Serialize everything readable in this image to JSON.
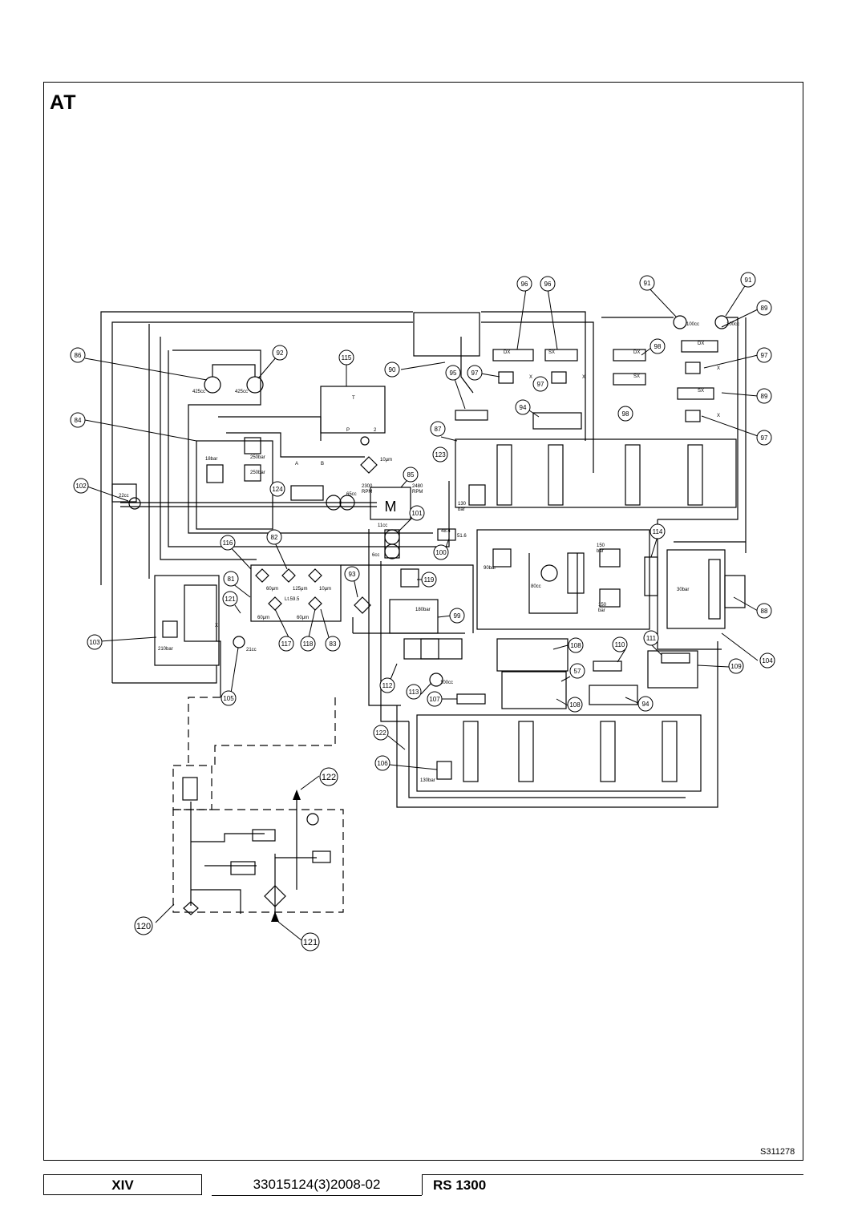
{
  "page": {
    "section_letter": "AT",
    "drawing_ref": "S311278",
    "footer": {
      "section": "XIV",
      "document_number": "33015124(3)2008-02",
      "model": "RS 1300"
    }
  },
  "diagram": {
    "motor_label": "M",
    "callouts": [
      {
        "id": "c86",
        "text": "86"
      },
      {
        "id": "c92",
        "text": "92"
      },
      {
        "id": "c115",
        "text": "115"
      },
      {
        "id": "c90",
        "text": "90"
      },
      {
        "id": "c96a",
        "text": "96"
      },
      {
        "id": "c96b",
        "text": "96"
      },
      {
        "id": "c91a",
        "text": "91"
      },
      {
        "id": "c91b",
        "text": "91"
      },
      {
        "id": "c89a",
        "text": "89"
      },
      {
        "id": "c98a",
        "text": "98"
      },
      {
        "id": "c97a",
        "text": "97"
      },
      {
        "id": "c95",
        "text": "95"
      },
      {
        "id": "c97b",
        "text": "97"
      },
      {
        "id": "c97c",
        "text": "97"
      },
      {
        "id": "c89b",
        "text": "89"
      },
      {
        "id": "c94a",
        "text": "94"
      },
      {
        "id": "c98b",
        "text": "98"
      },
      {
        "id": "c97d",
        "text": "97"
      },
      {
        "id": "c84",
        "text": "84"
      },
      {
        "id": "c87",
        "text": "87"
      },
      {
        "id": "c123",
        "text": "123"
      },
      {
        "id": "c85",
        "text": "85"
      },
      {
        "id": "c124",
        "text": "124"
      },
      {
        "id": "c102",
        "text": "102"
      },
      {
        "id": "c101",
        "text": "101"
      },
      {
        "id": "c116",
        "text": "116"
      },
      {
        "id": "c82",
        "text": "82"
      },
      {
        "id": "c100",
        "text": "100"
      },
      {
        "id": "c114",
        "text": "114"
      },
      {
        "id": "c81",
        "text": "81"
      },
      {
        "id": "c93",
        "text": "93"
      },
      {
        "id": "c119",
        "text": "119"
      },
      {
        "id": "c121a",
        "text": "121"
      },
      {
        "id": "c99",
        "text": "99"
      },
      {
        "id": "c88",
        "text": "88"
      },
      {
        "id": "c103",
        "text": "103"
      },
      {
        "id": "c117",
        "text": "117"
      },
      {
        "id": "c118",
        "text": "118"
      },
      {
        "id": "c83",
        "text": "83"
      },
      {
        "id": "c108a",
        "text": "108"
      },
      {
        "id": "c110",
        "text": "110"
      },
      {
        "id": "c111",
        "text": "111"
      },
      {
        "id": "c104",
        "text": "104"
      },
      {
        "id": "c109",
        "text": "109"
      },
      {
        "id": "c57",
        "text": "57"
      },
      {
        "id": "c112",
        "text": "112"
      },
      {
        "id": "c113",
        "text": "113"
      },
      {
        "id": "c105",
        "text": "105"
      },
      {
        "id": "c107",
        "text": "107"
      },
      {
        "id": "c108b",
        "text": "108"
      },
      {
        "id": "c94b",
        "text": "94"
      },
      {
        "id": "c122a",
        "text": "122"
      },
      {
        "id": "c106",
        "text": "106"
      },
      {
        "id": "c122b",
        "text": "122"
      },
      {
        "id": "c120",
        "text": "120"
      },
      {
        "id": "c121b",
        "text": "121"
      }
    ],
    "labels": [
      {
        "id": "l425a",
        "text": "425cc"
      },
      {
        "id": "l425b",
        "text": "425cc"
      },
      {
        "id": "l100cc_a",
        "text": "100cc"
      },
      {
        "id": "l100cc_b",
        "text": "100cc"
      },
      {
        "id": "ldx1",
        "text": "DX"
      },
      {
        "id": "lsx1",
        "text": "SX"
      },
      {
        "id": "ldx2",
        "text": "DX"
      },
      {
        "id": "lsx2",
        "text": "SX"
      },
      {
        "id": "ldx3",
        "text": "DX"
      },
      {
        "id": "lsx3",
        "text": "SX"
      },
      {
        "id": "l18bar",
        "text": "18bar"
      },
      {
        "id": "l250a",
        "text": "250bar"
      },
      {
        "id": "l250b",
        "text": "250bar"
      },
      {
        "id": "l10um",
        "text": "10μm"
      },
      {
        "id": "l2300",
        "text": "2300"
      },
      {
        "id": "lrpm1",
        "text": "RPM"
      },
      {
        "id": "l2480",
        "text": "2480"
      },
      {
        "id": "lrpm2",
        "text": "RPM"
      },
      {
        "id": "l65cc",
        "text": "65cc"
      },
      {
        "id": "l22cc",
        "text": "22cc"
      },
      {
        "id": "l130",
        "text": "130"
      },
      {
        "id": "lbar1",
        "text": "bar"
      },
      {
        "id": "l11cc",
        "text": "11cc"
      },
      {
        "id": "l6cc",
        "text": "6cc"
      },
      {
        "id": "l48",
        "text": "48.4"
      },
      {
        "id": "l51",
        "text": "51.6"
      },
      {
        "id": "l90bar",
        "text": "90bar"
      },
      {
        "id": "l80cc",
        "text": "80cc"
      },
      {
        "id": "l150a",
        "text": "150"
      },
      {
        "id": "lbar2",
        "text": "bar"
      },
      {
        "id": "l150b",
        "text": "150"
      },
      {
        "id": "lbar3",
        "text": "bar"
      },
      {
        "id": "l30bar",
        "text": "30bar"
      },
      {
        "id": "l60a",
        "text": "60μm"
      },
      {
        "id": "l125",
        "text": "125μm"
      },
      {
        "id": "l10b",
        "text": "10μm"
      },
      {
        "id": "llt",
        "text": "Lt.59.5"
      },
      {
        "id": "l60b",
        "text": "60μm"
      },
      {
        "id": "l60c",
        "text": "60μm"
      },
      {
        "id": "l180bar",
        "text": "180bar"
      },
      {
        "id": "l210bar",
        "text": "210bar"
      },
      {
        "id": "l21cc",
        "text": "21cc"
      },
      {
        "id": "l100cc_c",
        "text": "100cc"
      },
      {
        "id": "l130bar",
        "text": "130bar"
      },
      {
        "id": "lT",
        "text": "T"
      },
      {
        "id": "lP",
        "text": "P"
      },
      {
        "id": "l2",
        "text": "2"
      },
      {
        "id": "lA",
        "text": "A"
      },
      {
        "id": "lB",
        "text": "B"
      },
      {
        "id": "lx1",
        "text": "X"
      },
      {
        "id": "lx2",
        "text": "X"
      },
      {
        "id": "lx3",
        "text": "X"
      },
      {
        "id": "lx4",
        "text": "X"
      },
      {
        "id": "lx5",
        "text": "X"
      }
    ]
  }
}
